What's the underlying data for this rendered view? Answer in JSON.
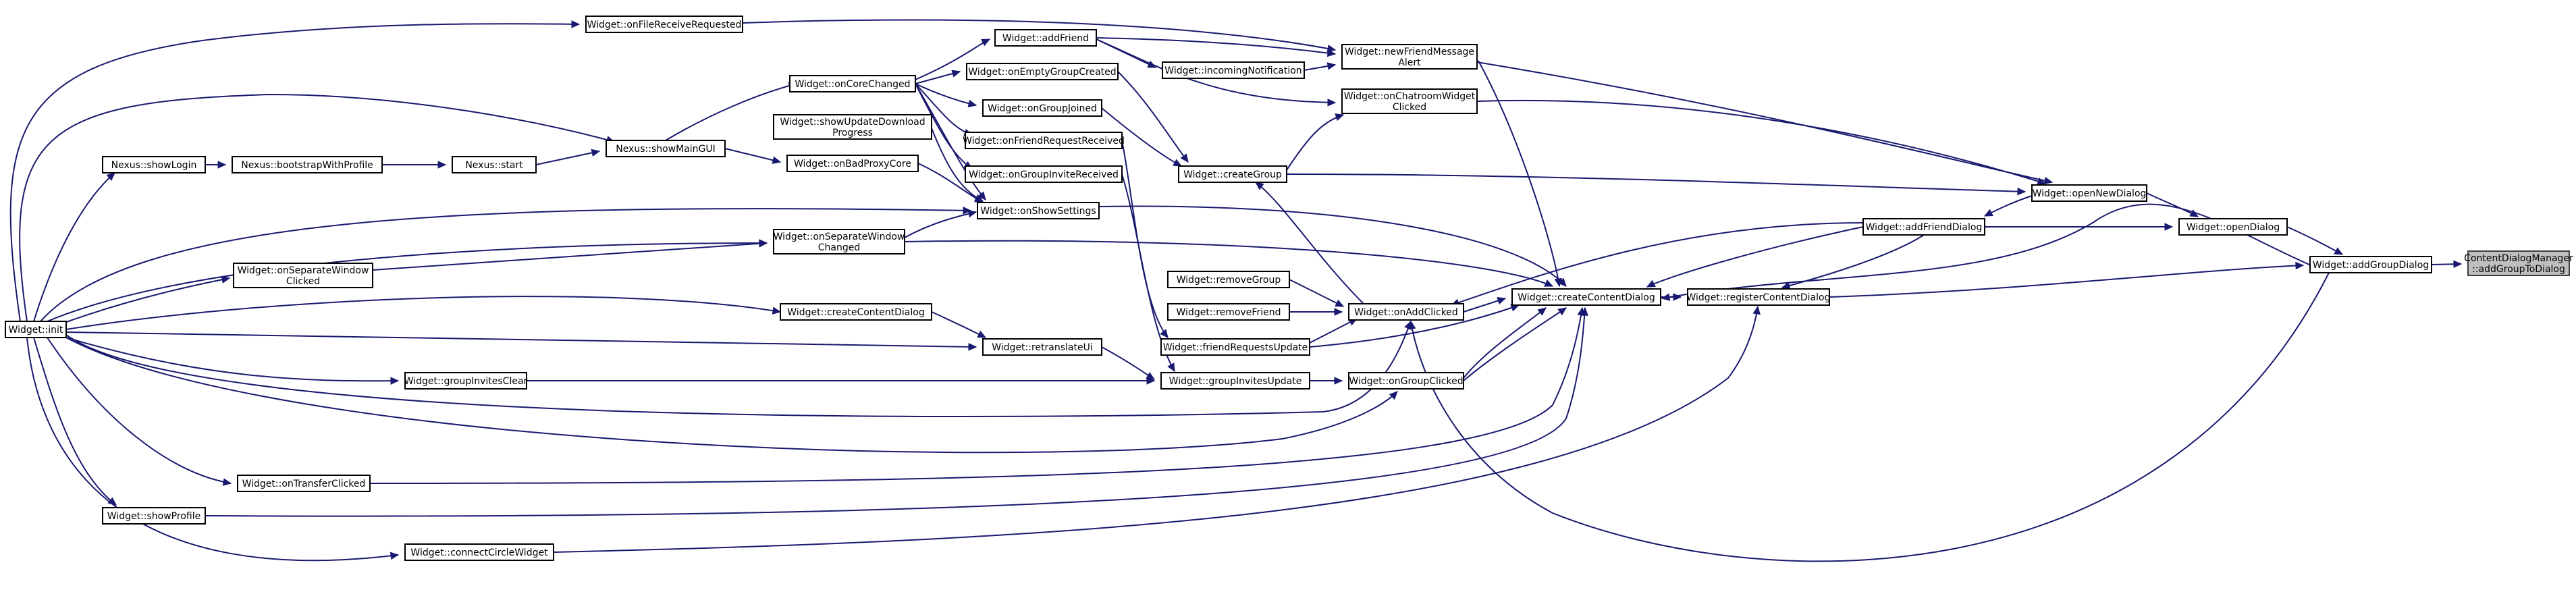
{
  "graph": {
    "type": "caller-graph",
    "colors": {
      "edge": "#191970",
      "node_border": "#000000",
      "focus_fill": "#bfbfbf",
      "background": "#ffffff"
    },
    "nodes": [
      {
        "id": "n0",
        "lines": [
          "ContentDialogManager",
          "::addGroupToDialog"
        ],
        "focus": true
      },
      {
        "id": "n1",
        "lines": [
          "Widget::addGroupDialog"
        ]
      },
      {
        "id": "n2",
        "lines": [
          "Widget::openDialog"
        ]
      },
      {
        "id": "n3",
        "lines": [
          "Widget::registerContentDialog"
        ]
      },
      {
        "id": "n4",
        "lines": [
          "Widget::openNewDialog"
        ]
      },
      {
        "id": "n5",
        "lines": [
          "Widget::addFriendDialog"
        ]
      },
      {
        "id": "n6",
        "lines": [
          "Widget::createContentDialog"
        ]
      },
      {
        "id": "n7",
        "lines": [
          "Widget::newFriendMessage",
          "Alert"
        ]
      },
      {
        "id": "n8",
        "lines": [
          "Widget::onChatroomWidget",
          "Clicked"
        ]
      },
      {
        "id": "n9",
        "lines": [
          "Widget::createGroup"
        ]
      },
      {
        "id": "n10",
        "lines": [
          "Widget::onAddClicked"
        ]
      },
      {
        "id": "n11",
        "lines": [
          "Widget::onGroupClicked"
        ]
      },
      {
        "id": "n12",
        "lines": [
          "Widget::onFileReceiveRequested"
        ]
      },
      {
        "id": "n13",
        "lines": [
          "Widget::addFriend"
        ]
      },
      {
        "id": "n14",
        "lines": [
          "Widget::incomingNotification"
        ]
      },
      {
        "id": "n15",
        "lines": [
          "Widget::onEmptyGroupCreated"
        ]
      },
      {
        "id": "n16",
        "lines": [
          "Widget::onGroupJoined"
        ]
      },
      {
        "id": "n17",
        "lines": [
          "Widget::onFriendRequestReceived"
        ]
      },
      {
        "id": "n18",
        "lines": [
          "Widget::onGroupInviteReceived"
        ]
      },
      {
        "id": "n19",
        "lines": [
          "Widget::removeGroup"
        ]
      },
      {
        "id": "n20",
        "lines": [
          "Widget::removeFriend"
        ]
      },
      {
        "id": "n21",
        "lines": [
          "Widget::friendRequestsUpdate"
        ]
      },
      {
        "id": "n22",
        "lines": [
          "Widget::groupInvitesUpdate"
        ]
      },
      {
        "id": "n23",
        "lines": [
          "Widget::onCoreChanged"
        ]
      },
      {
        "id": "n24",
        "lines": [
          "Widget::showUpdateDownload",
          "Progress"
        ]
      },
      {
        "id": "n25",
        "lines": [
          "Widget::onBadProxyCore"
        ]
      },
      {
        "id": "n26",
        "lines": [
          "Widget::onShowSettings"
        ]
      },
      {
        "id": "n27",
        "lines": [
          "Widget::onSeparateWindow",
          "Changed"
        ]
      },
      {
        "id": "n28",
        "lines": [
          "Widget::createContentDialog"
        ]
      },
      {
        "id": "n29",
        "lines": [
          "Widget::retranslateUi"
        ]
      },
      {
        "id": "n30",
        "lines": [
          "Nexus::showMainGUI"
        ]
      },
      {
        "id": "n31",
        "lines": [
          "Nexus::start"
        ]
      },
      {
        "id": "n32",
        "lines": [
          "Nexus::bootstrapWithProfile"
        ]
      },
      {
        "id": "n33",
        "lines": [
          "Nexus::showLogin"
        ]
      },
      {
        "id": "n34",
        "lines": [
          "Widget::onSeparateWindow",
          "Clicked"
        ]
      },
      {
        "id": "n35",
        "lines": [
          "Widget::groupInvitesClear"
        ]
      },
      {
        "id": "n36",
        "lines": [
          "Widget::onTransferClicked"
        ]
      },
      {
        "id": "n37",
        "lines": [
          "Widget::showProfile"
        ]
      },
      {
        "id": "n38",
        "lines": [
          "Widget::connectCircleWidget"
        ]
      },
      {
        "id": "n39",
        "lines": [
          "Widget::init"
        ]
      }
    ]
  }
}
